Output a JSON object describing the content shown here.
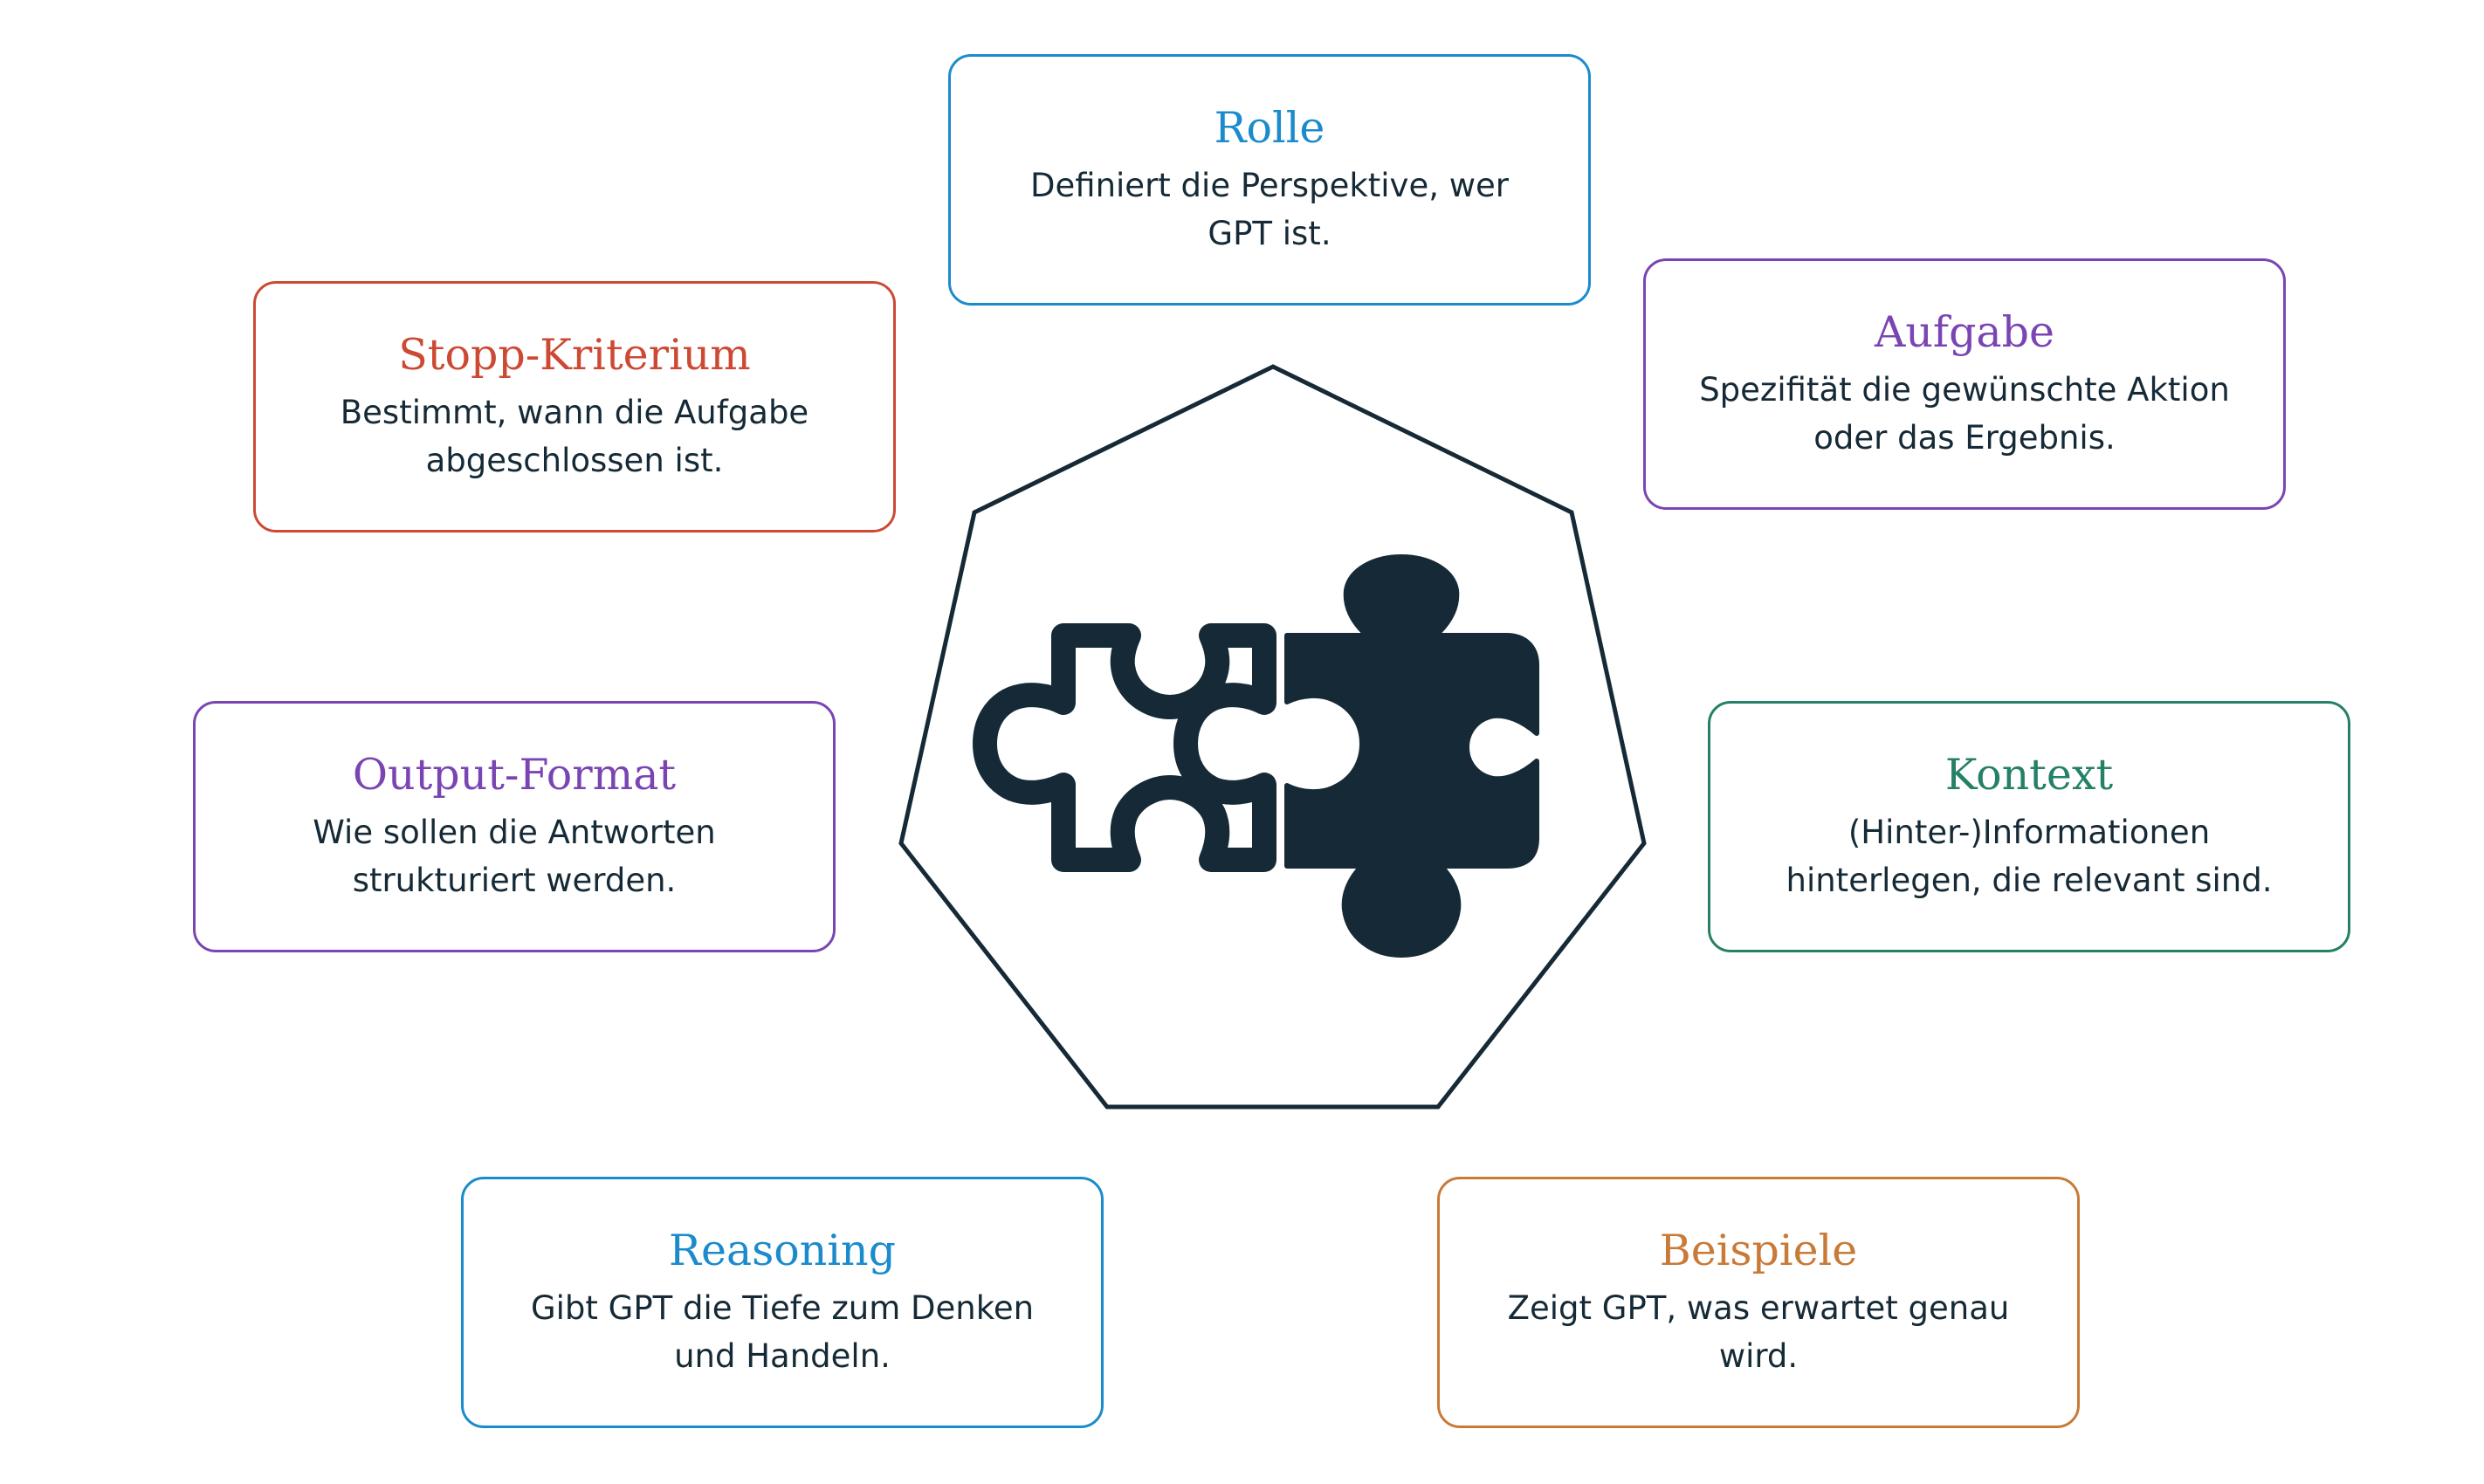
{
  "colors": {
    "ink": "#152a36",
    "rolle": "#1b8bcc",
    "aufgabe": "#7a45b3",
    "stopp": "#cc4a34",
    "output": "#7a45b3",
    "kontext": "#248066",
    "reasoning": "#1b8bcc",
    "beispiele": "#c97a37"
  },
  "center": {
    "shape": "heptagon",
    "icon": "puzzle-pieces-icon"
  },
  "cards": {
    "rolle": {
      "title": "Rolle",
      "description": "Definiert die Perspektive, wer GPT ist."
    },
    "aufgabe": {
      "title": "Aufgabe",
      "description": "Spezifität die gewünschte Aktion oder das Ergebnis."
    },
    "stopp": {
      "title": "Stopp-Kriterium",
      "description": "Bestimmt, wann die Aufgabe abgeschlossen ist."
    },
    "output": {
      "title": "Output-Format",
      "description": "Wie sollen die Antworten strukturiert werden."
    },
    "kontext": {
      "title": "Kontext",
      "description": "(Hinter-)Informationen hinterlegen, die relevant sind."
    },
    "reasoning": {
      "title": "Reasoning",
      "description": "Gibt GPT die Tiefe zum Denken und Handeln."
    },
    "beispiele": {
      "title": "Beispiele",
      "description": "Zeigt GPT, was erwartet genau wird."
    }
  }
}
